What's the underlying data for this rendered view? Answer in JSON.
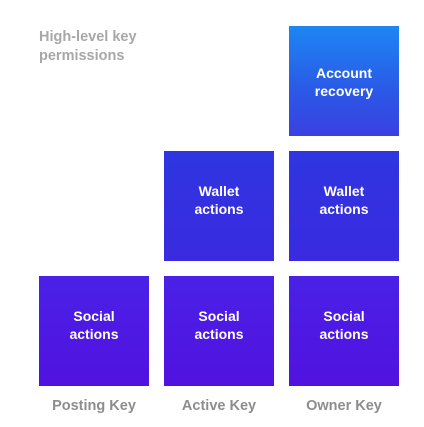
{
  "heading": {
    "line1": "High-level key",
    "line2": "permissions"
  },
  "columns": [
    {
      "label": "Posting Key",
      "blocks": [
        {
          "line1": "Social",
          "line2": "actions"
        }
      ]
    },
    {
      "label": "Active Key",
      "blocks": [
        {
          "line1": "Wallet",
          "line2": "actions"
        },
        {
          "line1": "Social",
          "line2": "actions"
        }
      ]
    },
    {
      "label": "Owner Key",
      "blocks": [
        {
          "line1": "Account",
          "line2": "recovery"
        },
        {
          "line1": "Wallet",
          "line2": "actions"
        },
        {
          "line1": "Social",
          "line2": "actions"
        }
      ]
    }
  ],
  "colors": {
    "social": "#4c18e4",
    "wallet": "#3430e0",
    "recovery_top": "#1d86f3",
    "recovery_bottom": "#3a40e2",
    "heading_text": "#a7a7a7",
    "label_text": "#8d8d8d"
  }
}
